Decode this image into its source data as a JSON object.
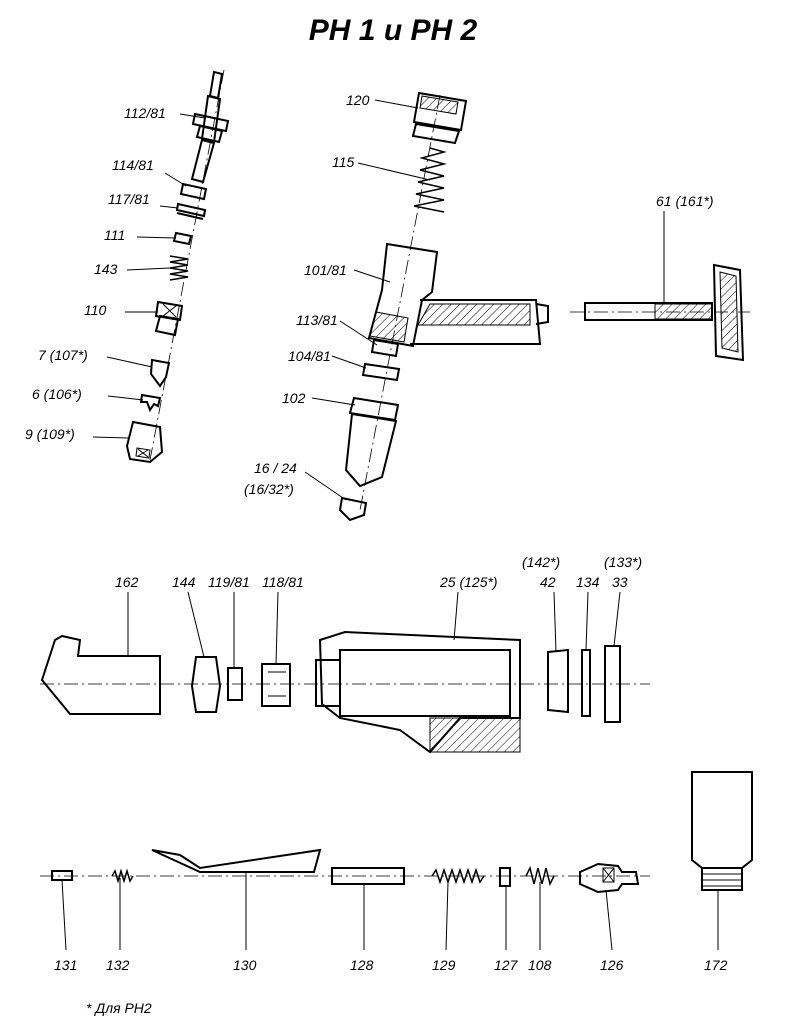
{
  "title": "PH 1 и PH 2",
  "footnote": "* Для PH2",
  "labels": {
    "p112_81": "112/81",
    "p114_81": "114/81",
    "p117_81": "117/81",
    "p111": "111",
    "p143": "143",
    "p110": "110",
    "p7": "7 (107*)",
    "p6": "6 (106*)",
    "p9": "9 (109*)",
    "p120": "120",
    "p115": "115",
    "p101_81": "101/81",
    "p113_81": "113/81",
    "p104_81": "104/81",
    "p102": "102",
    "p16_24": "16 / 24",
    "p16_32": "(16/32*)",
    "p61": "61 (161*)",
    "p162": "162",
    "p144": "144",
    "p119_81": "119/81",
    "p118_81": "118/81",
    "p25": "25 (125*)",
    "p142": "(142*)",
    "p42": "42",
    "p134": "134",
    "p133": "(133*)",
    "p33": "33",
    "p131": "131",
    "p132": "132",
    "p130": "130",
    "p128": "128",
    "p129": "129",
    "p127": "127",
    "p108": "108",
    "p126": "126",
    "p172": "172"
  }
}
